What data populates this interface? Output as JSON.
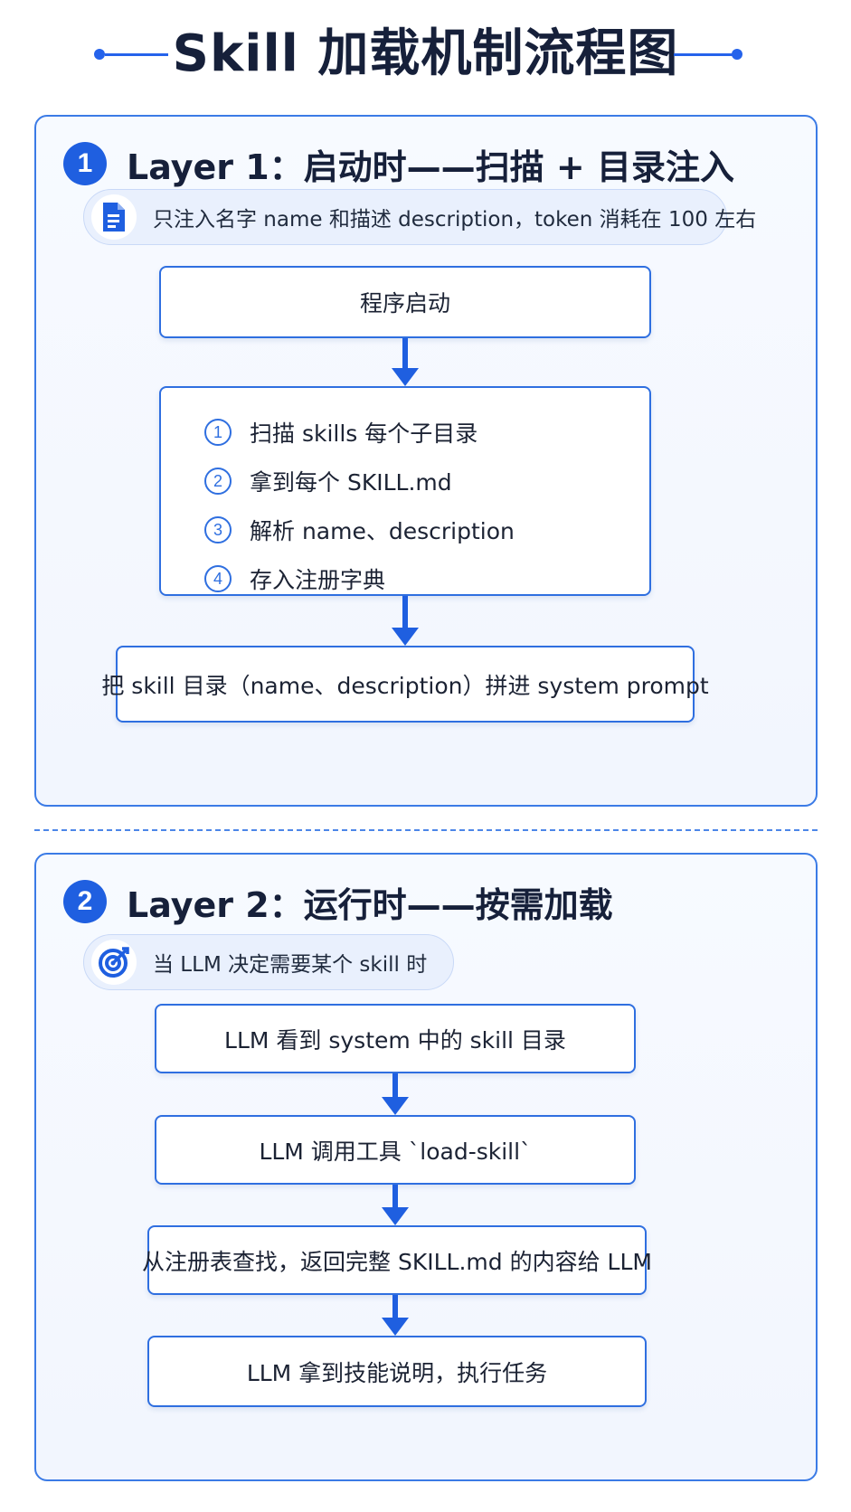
{
  "title": "Skill 加载机制流程图",
  "colors": {
    "accent": "#1f5fe0",
    "border": "#3b7be6",
    "pill_bg": "#e9f0fd",
    "panel_bg": "#f4f7fe"
  },
  "layer1": {
    "number": "1",
    "title": "Layer 1：启动时——扫描 + 目录注入",
    "note_icon": "document-icon",
    "note": "只注入名字 name 和描述 description，token 消耗在 100 左右",
    "box_start": "程序启动",
    "steps": [
      {
        "num": "1",
        "text": "扫描 skills 每个子目录"
      },
      {
        "num": "2",
        "text": "拿到每个 SKILL.md"
      },
      {
        "num": "3",
        "text": "解析 name、description"
      },
      {
        "num": "4",
        "text": "存入注册字典"
      }
    ],
    "box_end": "把 skill 目录（name、description）拼进 system prompt"
  },
  "layer2": {
    "number": "2",
    "title": "Layer 2：运行时——按需加载",
    "note_icon": "target-icon",
    "note": "当 LLM 决定需要某个 skill 时",
    "boxes": [
      "LLM 看到 system 中的 skill 目录",
      "LLM 调用工具 `load-skill`",
      "从注册表查找，返回完整 SKILL.md 的内容给 LLM",
      "LLM 拿到技能说明，执行任务"
    ]
  }
}
